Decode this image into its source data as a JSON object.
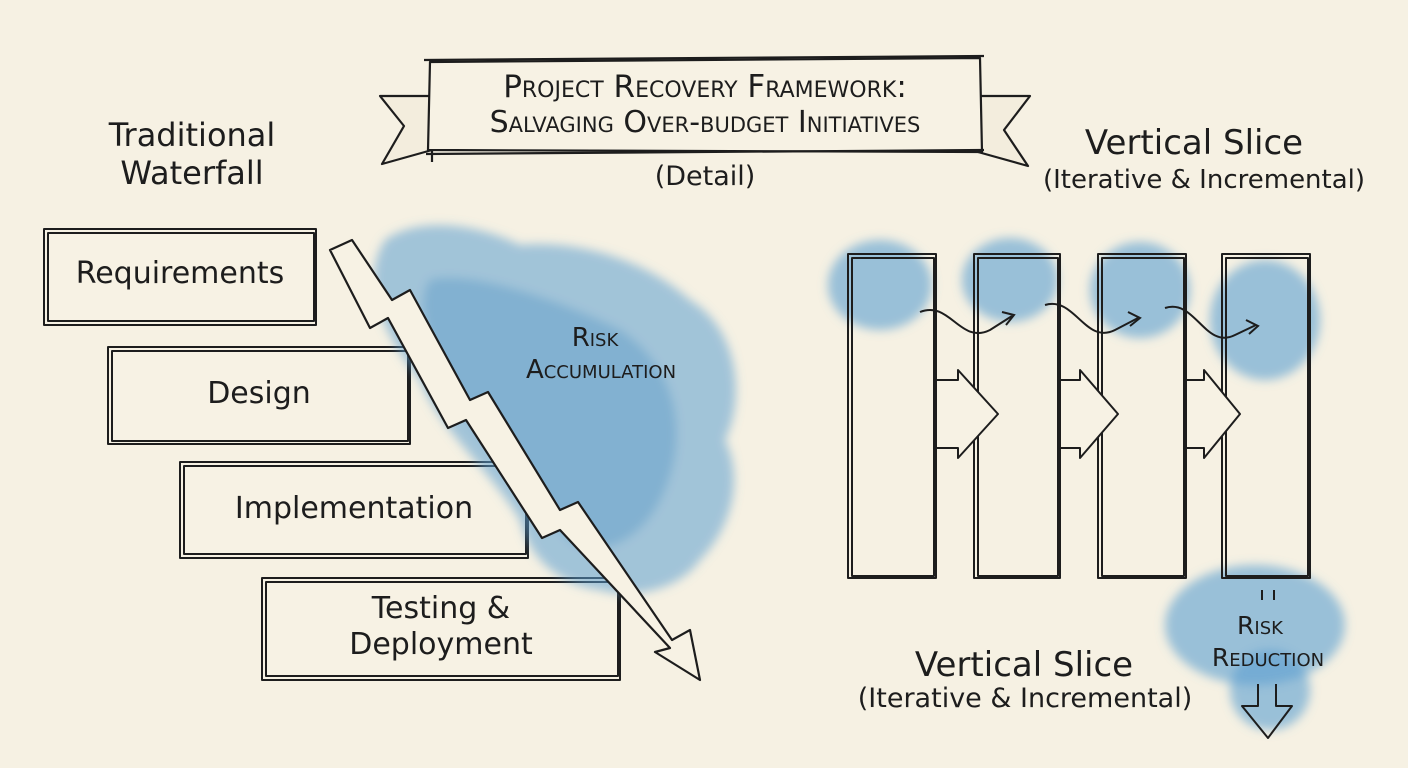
{
  "banner": {
    "line1": "Project Recovery Framework:",
    "line2": "Salvaging Over-budget Initiatives",
    "subtitle": "(Detail)"
  },
  "waterfall": {
    "heading_line1": "Traditional",
    "heading_line2": "Waterfall",
    "steps": [
      {
        "label": "Requirements"
      },
      {
        "label": "Design"
      },
      {
        "label": "Implementation"
      },
      {
        "label": "Testing &",
        "label2": "Deployment"
      }
    ],
    "risk_line1": "Risk",
    "risk_line2": "Accumulation"
  },
  "vertical_slice": {
    "heading_title": "Vertical Slice",
    "heading_sub": "(Iterative & Incremental)",
    "caption_title": "Vertical Slice",
    "caption_sub": "(Iterative & Incremental)",
    "slice_count": 4,
    "risk_line1": "Risk",
    "risk_line2": "Reduction"
  },
  "colors": {
    "background": "#f6f1e3",
    "ink": "#1d1d1d",
    "watercolor_blue": "#5b9fd0",
    "watercolor_light": "#8fbfe0"
  }
}
